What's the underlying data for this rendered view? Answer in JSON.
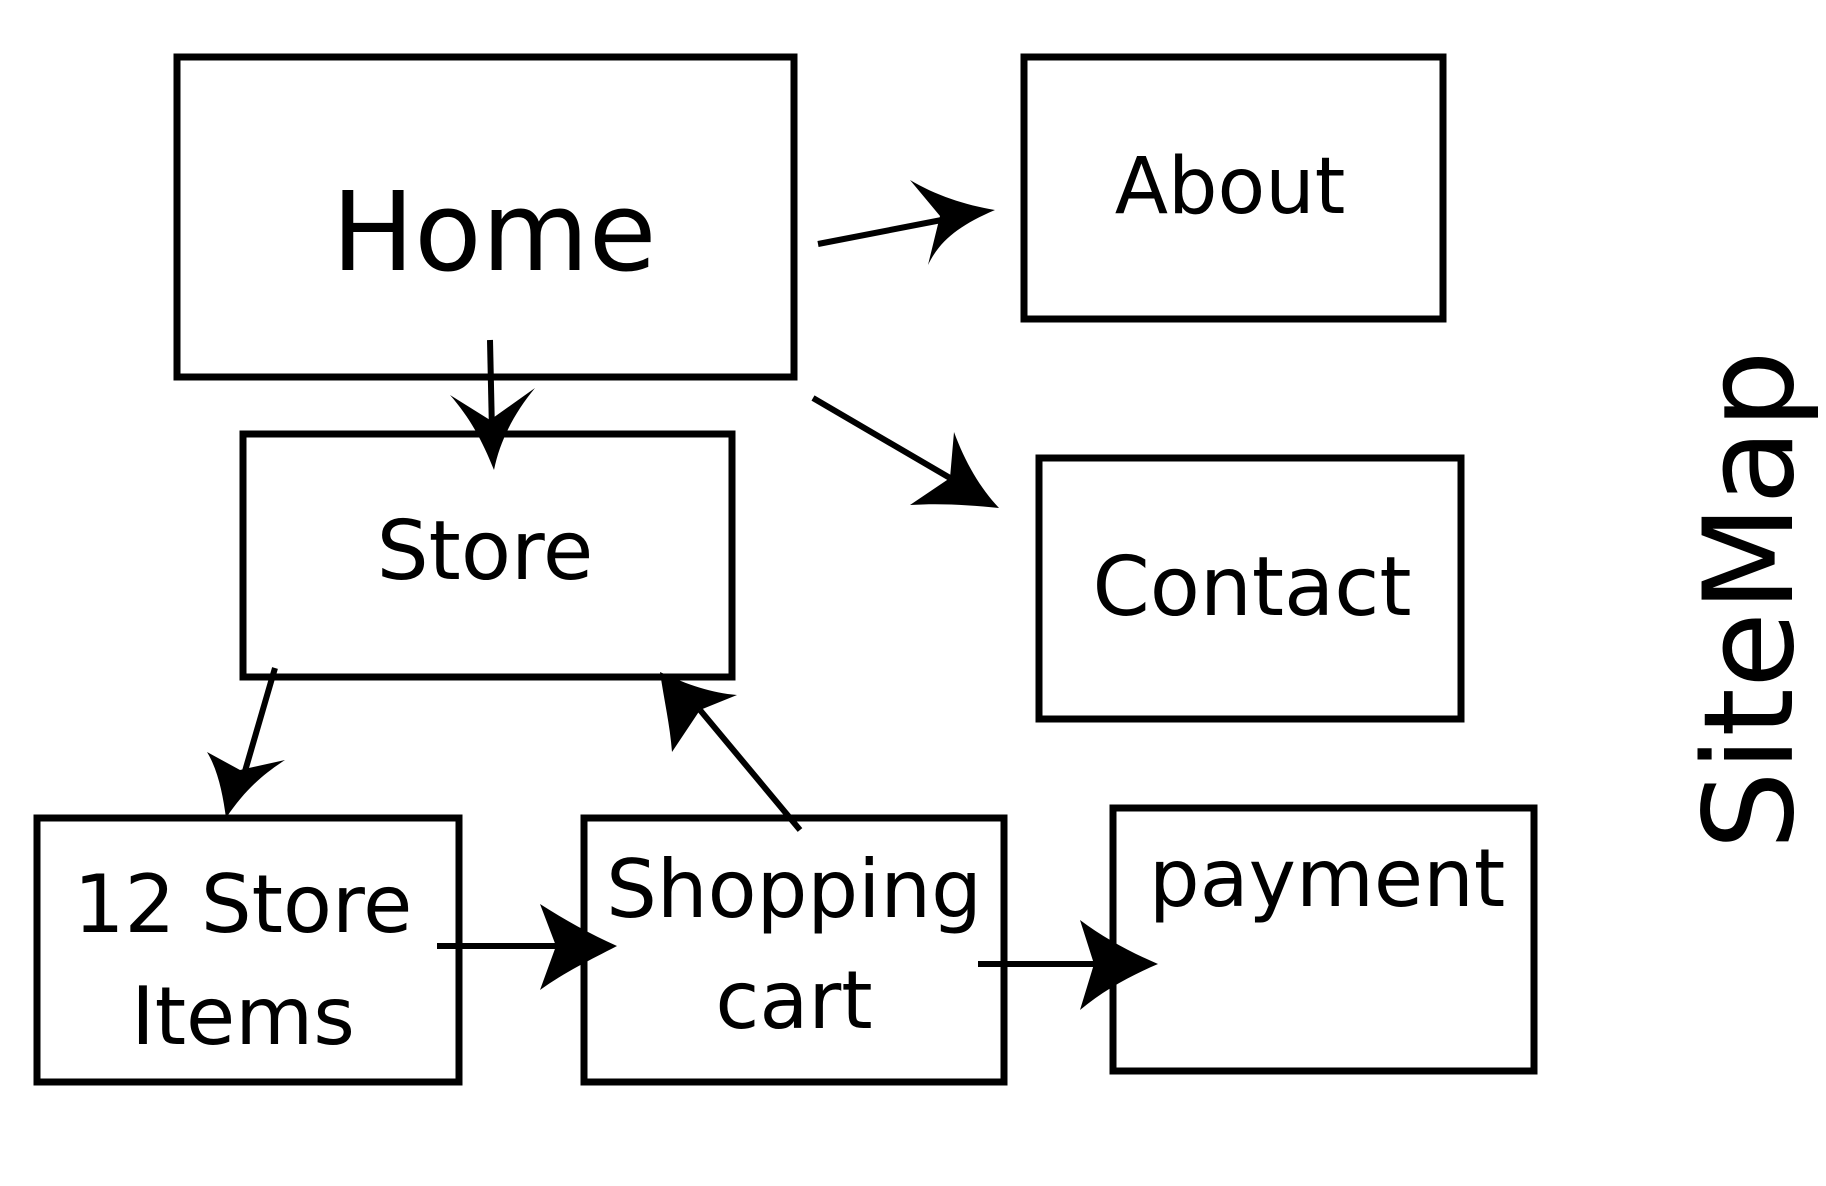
{
  "side_title": "SiteMap",
  "nodes": {
    "home": {
      "label": "Home"
    },
    "about": {
      "label": "About"
    },
    "store": {
      "label": "Store"
    },
    "contact": {
      "label": "Contact"
    },
    "store_items": {
      "label_line1": "12 Store",
      "label_line2": "Items"
    },
    "shopping_cart": {
      "label_line1": "Shopping",
      "label_line2": "cart"
    },
    "payment": {
      "label": "payment"
    }
  },
  "edges": [
    {
      "from": "Home",
      "to": "About"
    },
    {
      "from": "Home",
      "to": "Store"
    },
    {
      "from": "Home",
      "to": "Contact"
    },
    {
      "from": "Store",
      "to": "12 Store Items"
    },
    {
      "from": "12 Store Items",
      "to": "Shopping cart"
    },
    {
      "from": "Shopping cart",
      "to": "Store"
    },
    {
      "from": "Shopping cart",
      "to": "payment"
    }
  ]
}
